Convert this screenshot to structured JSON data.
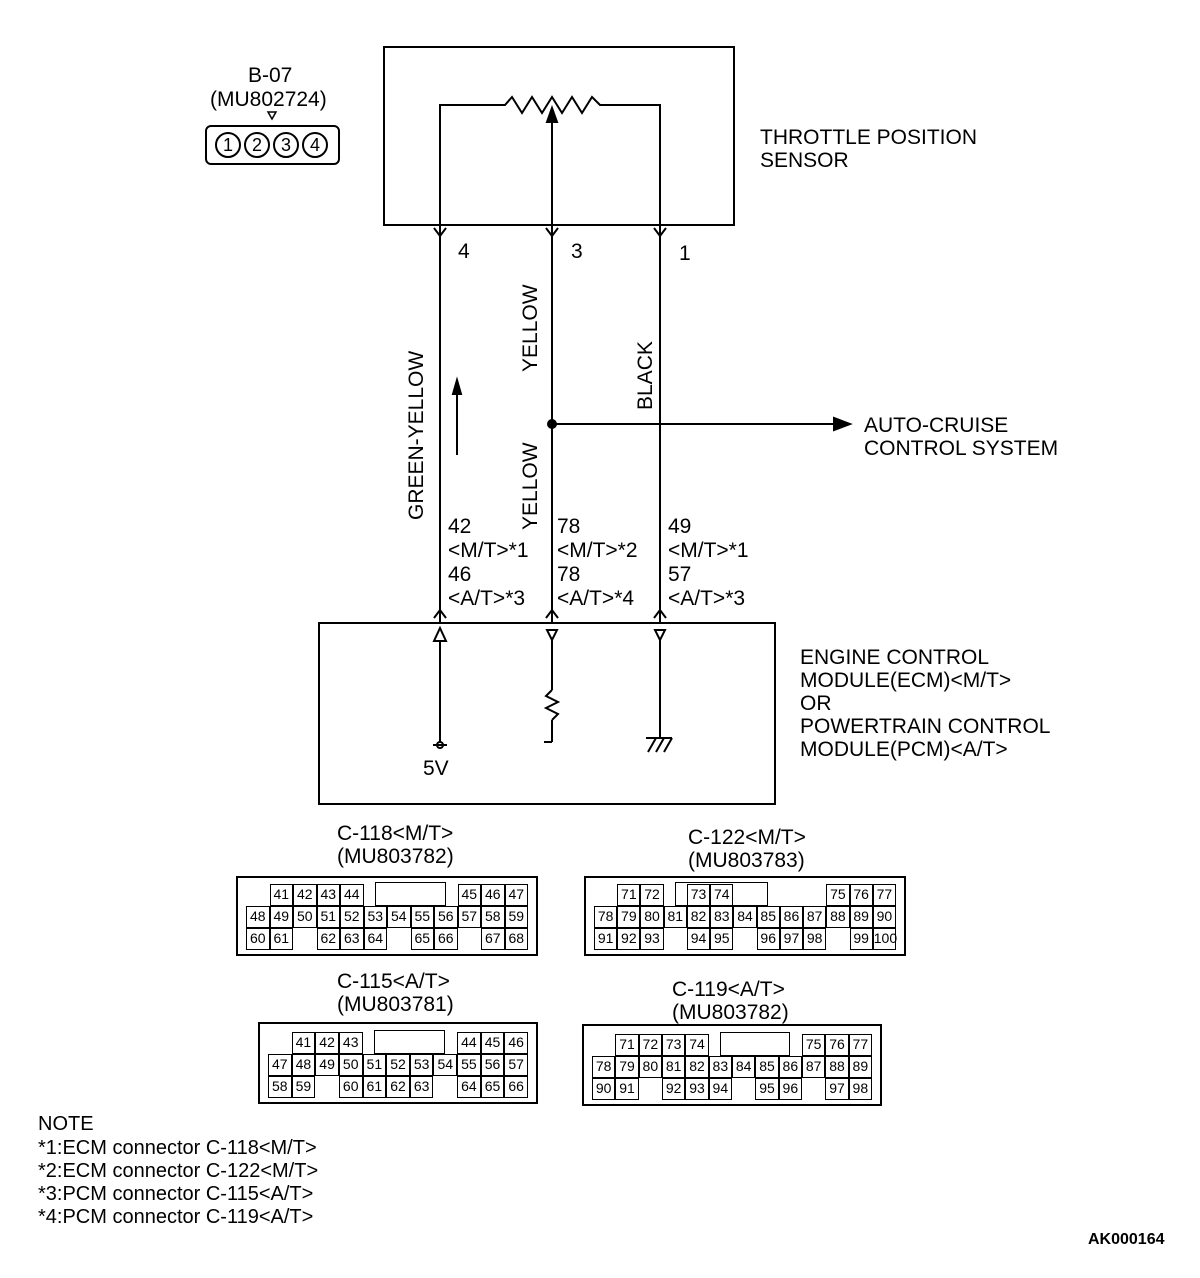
{
  "sensor_connector": {
    "id": "B-07",
    "part": "(MU802724)",
    "pins": [
      "1",
      "2",
      "3",
      "4"
    ]
  },
  "sensor": {
    "line1": "THROTTLE POSITION",
    "line2": "SENSOR"
  },
  "pins_top": {
    "left": "4",
    "mid": "3",
    "right": "1"
  },
  "wires": {
    "left": "GREEN-YELLOW",
    "mid_upper": "YELLOW",
    "mid_lower": "YELLOW",
    "right": "BLACK"
  },
  "auto_cruise": {
    "line1": "AUTO-CRUISE",
    "line2": "CONTROL SYSTEM"
  },
  "terminals": {
    "left": [
      "42",
      "<M/T>*1",
      "46",
      "<A/T>*3"
    ],
    "mid": [
      "78",
      "<M/T>*2",
      "78",
      "<A/T>*4"
    ],
    "right": [
      "49",
      "<M/T>*1",
      "57",
      "<A/T>*3"
    ]
  },
  "ecm": {
    "lines": [
      "ENGINE CONTROL",
      "MODULE(ECM)<M/T>",
      "OR",
      "POWERTRAIN CONTROL",
      "MODULE(PCM)<A/T>"
    ],
    "voltage": "5V"
  },
  "connectors": [
    {
      "title": "C-118<M/T>",
      "part": "(MU803782)",
      "rows": [
        [
          "41",
          "42",
          "43",
          "44",
          "",
          "",
          "",
          "",
          "45",
          "46",
          "47"
        ],
        [
          "48",
          "49",
          "50",
          "51",
          "52",
          "53",
          "54",
          "55",
          "56",
          "57",
          "58",
          "59"
        ],
        [
          "60",
          "61",
          "",
          "62",
          "63",
          "64",
          "",
          "65",
          "66",
          "",
          "67",
          "68"
        ]
      ]
    },
    {
      "title": "C-122<M/T>",
      "part": "(MU803783)",
      "rows": [
        [
          "71",
          "72",
          "",
          "73",
          "74",
          "",
          "",
          "",
          "",
          "75",
          "76",
          "77"
        ],
        [
          "78",
          "79",
          "80",
          "81",
          "82",
          "83",
          "84",
          "85",
          "86",
          "87",
          "88",
          "89",
          "90"
        ],
        [
          "91",
          "92",
          "93",
          "",
          "94",
          "95",
          "",
          "96",
          "97",
          "98",
          "",
          "99",
          "100"
        ]
      ]
    },
    {
      "title": "C-115<A/T>",
      "part": "(MU803781)",
      "rows": [
        [
          "41",
          "42",
          "43",
          "",
          "",
          "",
          "",
          "44",
          "45",
          "46"
        ],
        [
          "47",
          "48",
          "49",
          "50",
          "51",
          "52",
          "53",
          "54",
          "55",
          "56",
          "57"
        ],
        [
          "58",
          "59",
          "",
          "60",
          "61",
          "62",
          "63",
          "",
          "64",
          "65",
          "66"
        ]
      ]
    },
    {
      "title": "C-119<A/T>",
      "part": "(MU803782)",
      "rows": [
        [
          "71",
          "72",
          "73",
          "74",
          "",
          "",
          "",
          "",
          "75",
          "76",
          "77"
        ],
        [
          "78",
          "79",
          "80",
          "81",
          "82",
          "83",
          "84",
          "85",
          "86",
          "87",
          "88",
          "89"
        ],
        [
          "90",
          "91",
          "",
          "92",
          "93",
          "94",
          "",
          "95",
          "96",
          "",
          "97",
          "98"
        ]
      ]
    }
  ],
  "note": {
    "heading": "NOTE",
    "items": [
      "*1:ECM connector C-118<M/T>",
      "*2:ECM connector C-122<M/T>",
      "*3:PCM connector C-115<A/T>",
      "*4:PCM connector C-119<A/T>"
    ]
  },
  "figure_id": "AK000164"
}
